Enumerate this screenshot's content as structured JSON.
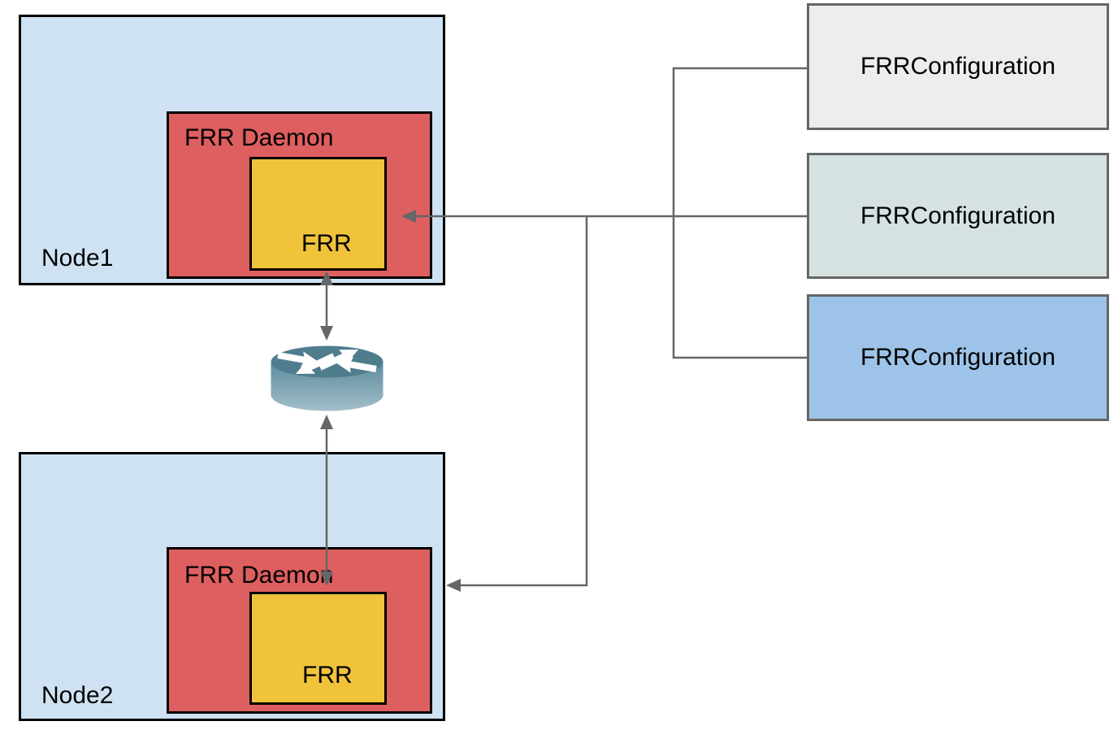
{
  "nodes": [
    {
      "label": "Node1",
      "daemon_label": "FRR Daemon",
      "frr_label": "FRR"
    },
    {
      "label": "Node2",
      "daemon_label": "FRR Daemon",
      "frr_label": "FRR"
    }
  ],
  "configurations": [
    {
      "label": "FRRConfiguration",
      "variant": "gray"
    },
    {
      "label": "FRRConfiguration",
      "variant": "teal"
    },
    {
      "label": "FRRConfiguration",
      "variant": "blue"
    }
  ],
  "icons": {
    "router": "router-icon"
  },
  "colors": {
    "node_fill": "#cfe2f3",
    "daemon_fill": "#de5f5f",
    "frr_fill": "#f0c33a",
    "config_gray_fill": "#ededed",
    "config_teal_fill": "#d6e2e2",
    "config_blue_fill": "#9dc4e8",
    "box_border": "#000000",
    "config_border": "#666666",
    "connector": "#666666",
    "router_top": "#4f7d8e",
    "router_body_dark": "#5d8a9d",
    "router_body_light": "#a3bfca",
    "router_arrow": "#ffffff"
  }
}
